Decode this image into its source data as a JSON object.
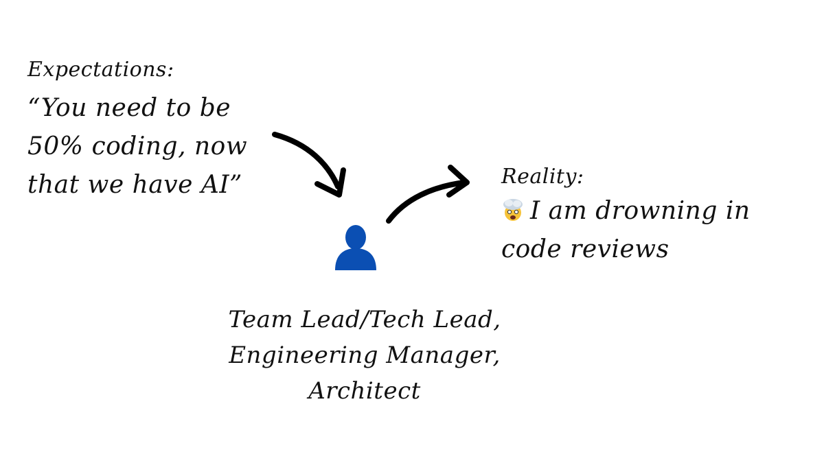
{
  "expectations": {
    "heading": "Expectations:",
    "quote_lines": [
      "“You need to be",
      "50% coding, now",
      "that we have AI”"
    ]
  },
  "reality": {
    "heading": "Reality:",
    "emoji_icon": "exploding-head-face",
    "body_lines": [
      "I am drowning in",
      "code reviews"
    ]
  },
  "role": {
    "icon": "person-silhouette",
    "icon_color": "#0b4fb3",
    "lines": [
      "Team Lead/Tech Lead,",
      "Engineering Manager,",
      "Architect"
    ]
  }
}
